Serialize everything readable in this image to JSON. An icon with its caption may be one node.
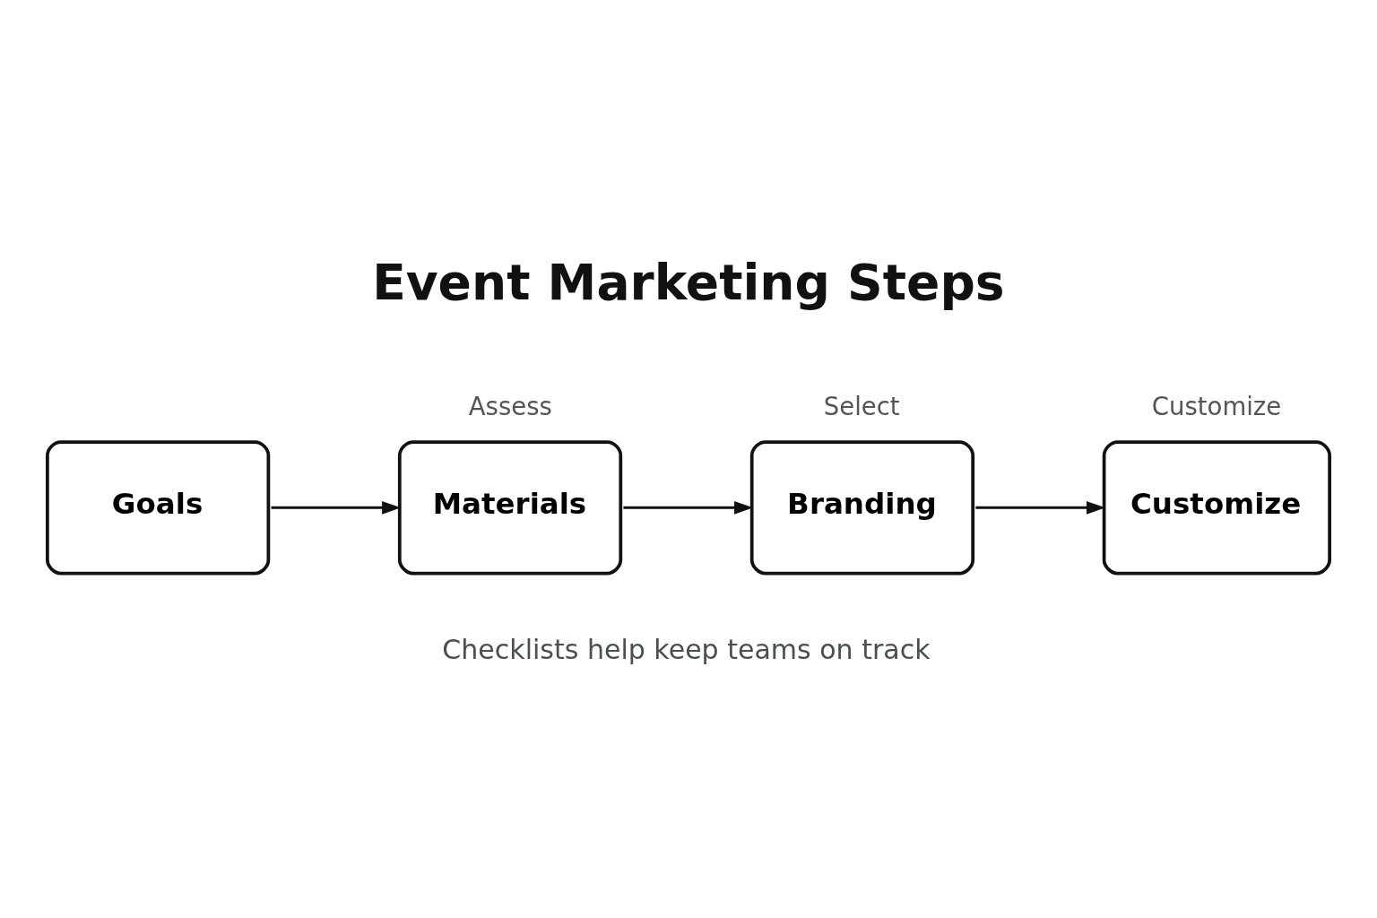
{
  "diagram": {
    "title": "Event Marketing Steps",
    "caption": "Checklists help keep teams on track",
    "nodes": [
      {
        "text": [
          "Goals"
        ]
      },
      {
        "text": [
          "Materials"
        ],
        "beside": [
          "Assess"
        ]
      },
      {
        "text": [
          "Branding"
        ],
        "beside": [
          "Select"
        ]
      },
      {
        "text": [
          "Customize"
        ],
        "beside": [
          "Customize"
        ]
      }
    ],
    "edges": [
      {
        "from": 0,
        "to": 1,
        "arrow": "to"
      },
      {
        "from": 1,
        "to": 2,
        "arrow": "to"
      },
      {
        "from": 2,
        "to": 3,
        "arrow": "to"
      }
    ]
  }
}
